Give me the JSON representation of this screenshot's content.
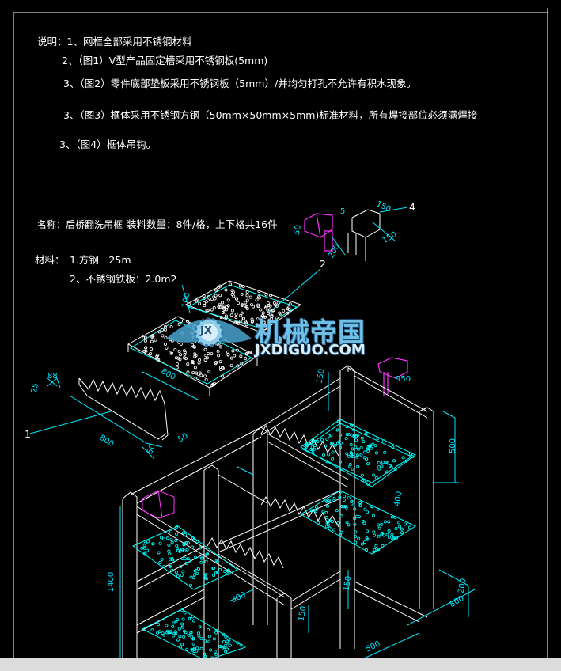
{
  "notes": {
    "line1": "说明：1、网框全部采用不锈钢材料",
    "line2": "2、（图1）V型产品固定槽采用不锈钢板(5mm)",
    "line3": "3、（图2）零件底部垫板采用不锈钢板（5mm）/并均匀打孔不允许有积水现象。",
    "line4": "3、（图3）框体采用不锈钢方钢（50mm×50mm×5mm)标准材料，所有焊接部位必须满焊接",
    "line5": "3、（图4）框体吊钩。"
  },
  "spec": {
    "name": "名称：后桥翻洗吊框",
    "qty": "装料数量：8件/格，上下格共16件",
    "material_label": "材料：",
    "material1": "1.方钢　25m",
    "material2": "2、不锈钢铁板：2.0m2"
  },
  "callouts": {
    "c1": "1",
    "c2": "2",
    "c4": "4",
    "d100": "100",
    "d800a": "800",
    "d800b": "800",
    "d50a": "50",
    "d50b": "50",
    "d88": "88",
    "d25": "25",
    "d5": "5",
    "d150a": "150",
    "d150b": "150",
    "d150c": "150",
    "d150d": "150",
    "d150e": "150",
    "d500a": "500",
    "d500b": "500",
    "d1400": "1400",
    "d800c": "800",
    "d200": "200",
    "d200b": "200",
    "d300": "300",
    "d400": "400",
    "d50c": "50",
    "d950": "950"
  },
  "watermark": {
    "cn": "机械帝国",
    "en": "JXDIGUO.COM",
    "logo": "JX"
  },
  "colors": {
    "frame": "#ffffff",
    "dim": "#00e5ff",
    "hook": "#ff33ff",
    "plate": "#00ffff",
    "border": "#ffffff"
  }
}
